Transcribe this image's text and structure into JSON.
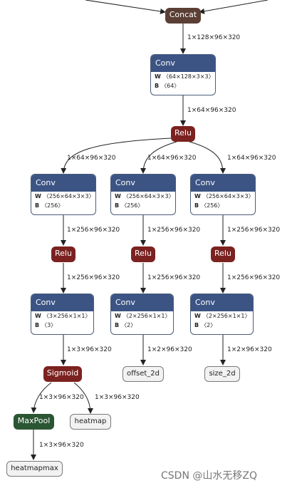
{
  "nodes": {
    "concat": {
      "label": "Concat"
    },
    "conv_top": {
      "label": "Conv",
      "w_label": "W",
      "w": "〈64×128×3×3〉",
      "b_label": "B",
      "b": "〈64〉"
    },
    "relu_top": {
      "label": "Relu"
    },
    "conv_a": {
      "label": "Conv",
      "w_label": "W",
      "w": "〈256×64×3×3〉",
      "b_label": "B",
      "b": "〈256〉"
    },
    "conv_b": {
      "label": "Conv",
      "w_label": "W",
      "w": "〈256×64×3×3〉",
      "b_label": "B",
      "b": "〈256〉"
    },
    "conv_c": {
      "label": "Conv",
      "w_label": "W",
      "w": "〈256×64×3×3〉",
      "b_label": "B",
      "b": "〈256〉"
    },
    "relu_a": {
      "label": "Relu"
    },
    "relu_b": {
      "label": "Relu"
    },
    "relu_c": {
      "label": "Relu"
    },
    "conv_a2": {
      "label": "Conv",
      "w_label": "W",
      "w": "〈3×256×1×1〉",
      "b_label": "B",
      "b": "〈3〉"
    },
    "conv_b2": {
      "label": "Conv",
      "w_label": "W",
      "w": "〈2×256×1×1〉",
      "b_label": "B",
      "b": "〈2〉"
    },
    "conv_c2": {
      "label": "Conv",
      "w_label": "W",
      "w": "〈2×256×1×1〉",
      "b_label": "B",
      "b": "〈2〉"
    },
    "sigmoid": {
      "label": "Sigmoid"
    },
    "maxpool": {
      "label": "MaxPool"
    },
    "heatmap": {
      "label": "heatmap"
    },
    "heatmapmax": {
      "label": "heatmapmax"
    },
    "offset_2d": {
      "label": "offset_2d"
    },
    "size_2d": {
      "label": "size_2d"
    }
  },
  "edge_labels": {
    "concat_conv": "1×128×96×320",
    "conv_relu": "1×64×96×320",
    "relu_a": "1×64×96×320",
    "relu_b": "1×64×96×320",
    "relu_c": "1×64×96×320",
    "conva_relua": "1×256×96×320",
    "convb_relub": "1×256×96×320",
    "convc_reluc": "1×256×96×320",
    "relua_conva2": "1×256×96×320",
    "relub_convb2": "1×256×96×320",
    "reluc_convc2": "1×256×96×320",
    "conva2_sigmoid": "1×3×96×320",
    "convb2_offset": "1×2×96×320",
    "convc2_size": "1×2×96×320",
    "sigmoid_maxpool": "1×3×96×320",
    "sigmoid_heatmap": "1×3×96×320",
    "maxpool_heatmapmax": "1×3×96×320"
  },
  "watermark": "CSDN @山水无移ZQ"
}
